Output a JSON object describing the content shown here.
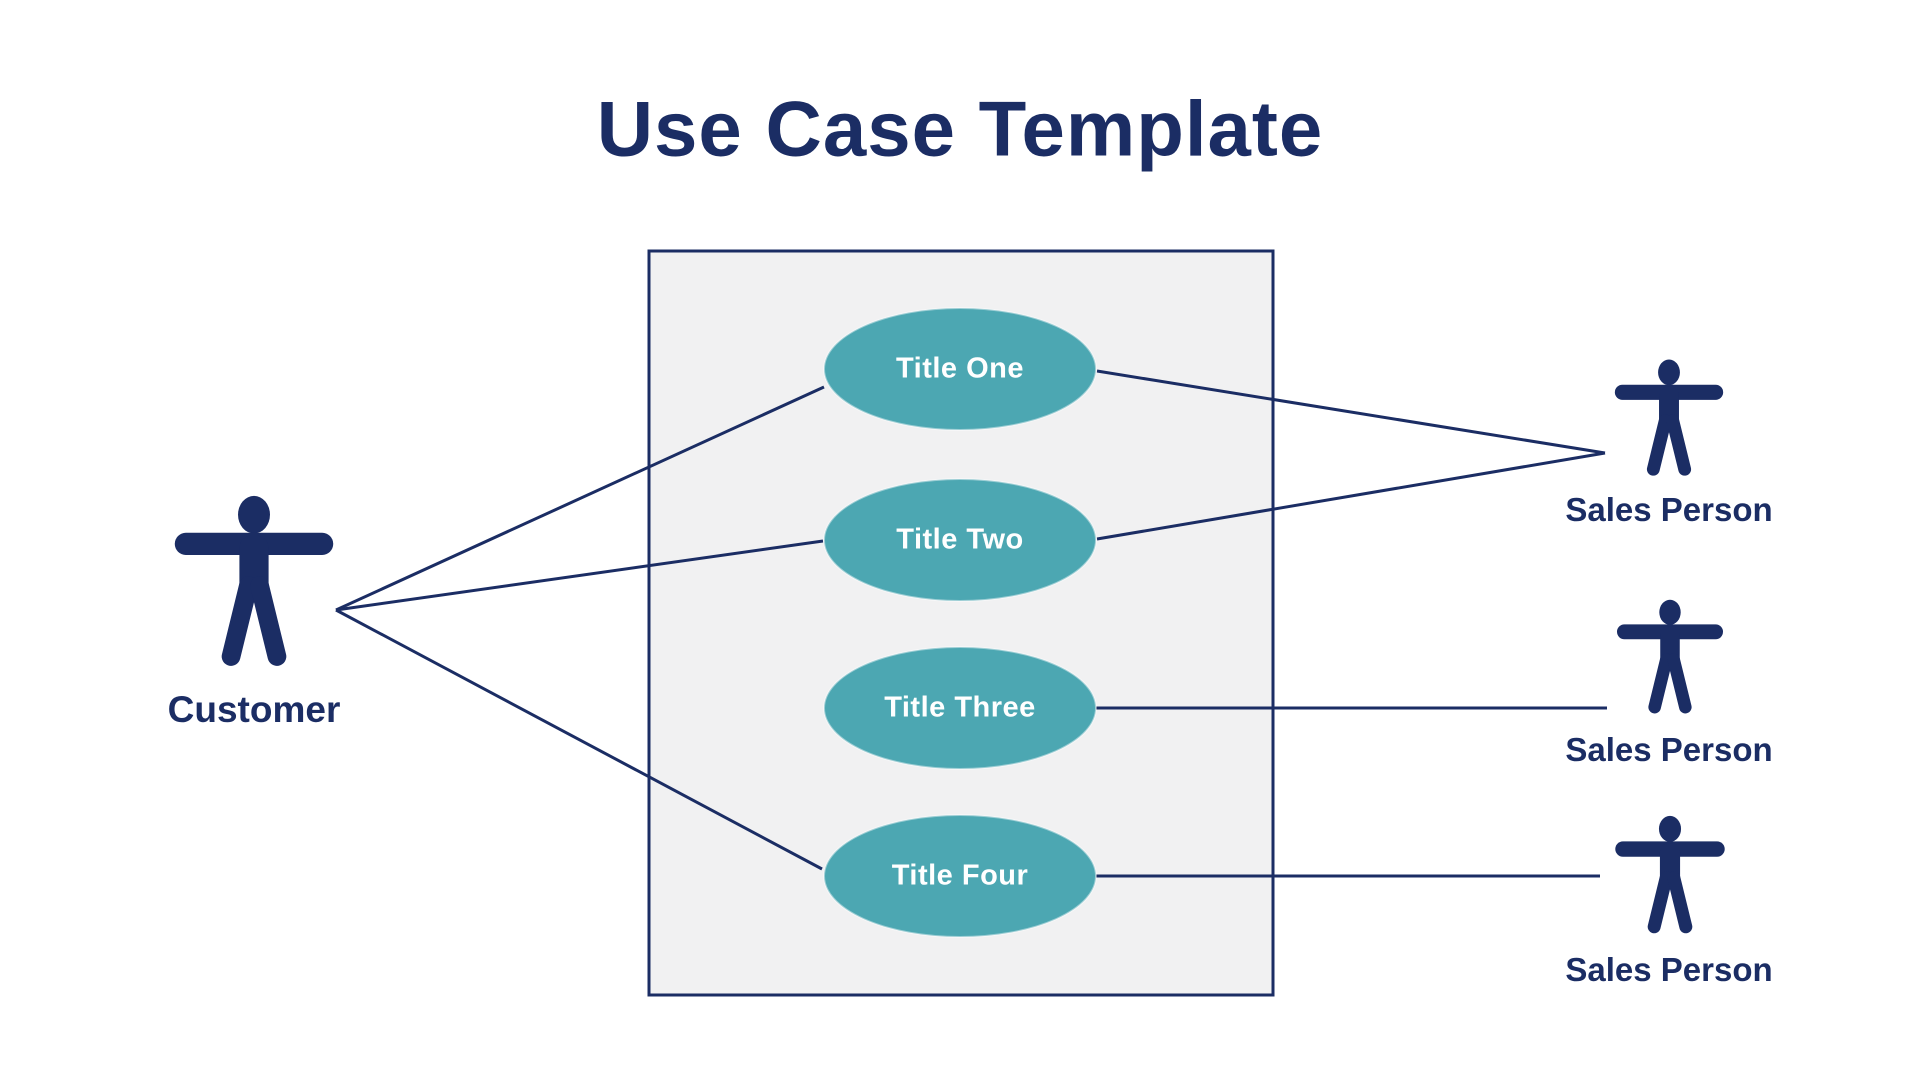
{
  "title": "Use Case Template",
  "use_cases": [
    {
      "label": "Title One"
    },
    {
      "label": "Title Two"
    },
    {
      "label": "Title Three"
    },
    {
      "label": "Title Four"
    }
  ],
  "actors": {
    "customer": {
      "label": "Customer"
    },
    "sales_people": [
      {
        "label": "Sales Person"
      },
      {
        "label": "Sales Person"
      },
      {
        "label": "Sales Person"
      }
    ]
  },
  "colors": {
    "navy": "#1b2d64",
    "teal": "#4ca7b2",
    "boundary_fill": "#f1f1f2",
    "usecase_text": "#ffffff",
    "background": "#ffffff"
  }
}
